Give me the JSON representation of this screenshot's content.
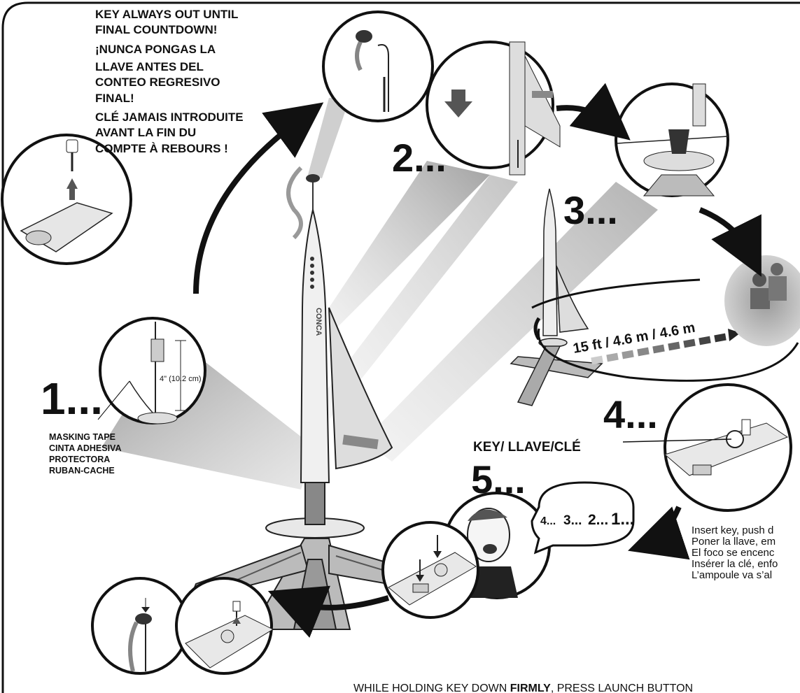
{
  "warning": {
    "line1": "KEY ALWAYS OUT UNTIL",
    "line2": "FINAL COUNTDOWN!",
    "line3": "¡NUNCA PONGAS LA",
    "line4": "LLAVE ANTES DEL",
    "line5": "CONTEO REGRESIVO",
    "line6": "FINAL!",
    "line7": "CLÉ JAMAIS INTRODUITE",
    "line8": "AVANT LA FIN DU",
    "line9": "COMPTE À REBOURS !"
  },
  "steps": {
    "s1": "1...",
    "s2": "2...",
    "s3": "3...",
    "s4": "4...",
    "s5": "5..."
  },
  "measure": "4\" (10.2 cm)",
  "tape": {
    "line1": "MASKING TAPE",
    "line2": "CINTA ADHESIVA",
    "line3": "PROTECTORA",
    "line4": "RUBAN-CACHE"
  },
  "distance": "15 ft / 4.6 m / 4.6 m",
  "key_label": "KEY/ LLAVE/CLÉ",
  "countdown": {
    "c4": "4...",
    "c3": "3...",
    "c2": "2...",
    "c1": "1..."
  },
  "insert_text": {
    "line1": "Insert key, push d",
    "line2": "Poner la llave, em",
    "line3": "El foco se encenc",
    "line4": "Insérer la clé, enfo",
    "line5": "L’ampoule va s’al"
  },
  "bottom_text": {
    "part1": "WHILE HOLDING KEY DOWN ",
    "bold": "FIRMLY",
    "part2": ", PRESS LAUNCH BUTTON"
  },
  "rocket_name": "CONCA"
}
